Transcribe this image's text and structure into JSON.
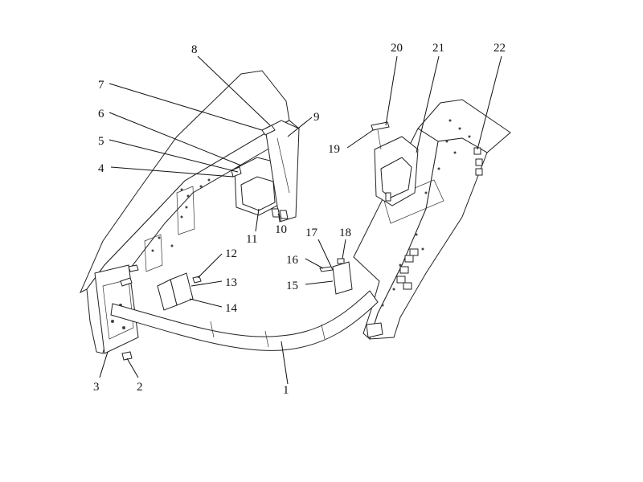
{
  "labels": [
    {
      "id": "1",
      "text": "1"
    },
    {
      "id": "2",
      "text": "2"
    },
    {
      "id": "3",
      "text": "3"
    },
    {
      "id": "4",
      "text": "4"
    },
    {
      "id": "5",
      "text": "5"
    },
    {
      "id": "6",
      "text": "6"
    },
    {
      "id": "7",
      "text": "7"
    },
    {
      "id": "8",
      "text": "8"
    },
    {
      "id": "9",
      "text": "9"
    },
    {
      "id": "10",
      "text": "10"
    },
    {
      "id": "11",
      "text": "11"
    },
    {
      "id": "12",
      "text": "12"
    },
    {
      "id": "13",
      "text": "13"
    },
    {
      "id": "14",
      "text": "14"
    },
    {
      "id": "15",
      "text": "15"
    },
    {
      "id": "16",
      "text": "16"
    },
    {
      "id": "17",
      "text": "17"
    },
    {
      "id": "18",
      "text": "18"
    },
    {
      "id": "19",
      "text": "19"
    },
    {
      "id": "20",
      "text": "20"
    },
    {
      "id": "21",
      "text": "21"
    },
    {
      "id": "22",
      "text": "22"
    }
  ]
}
